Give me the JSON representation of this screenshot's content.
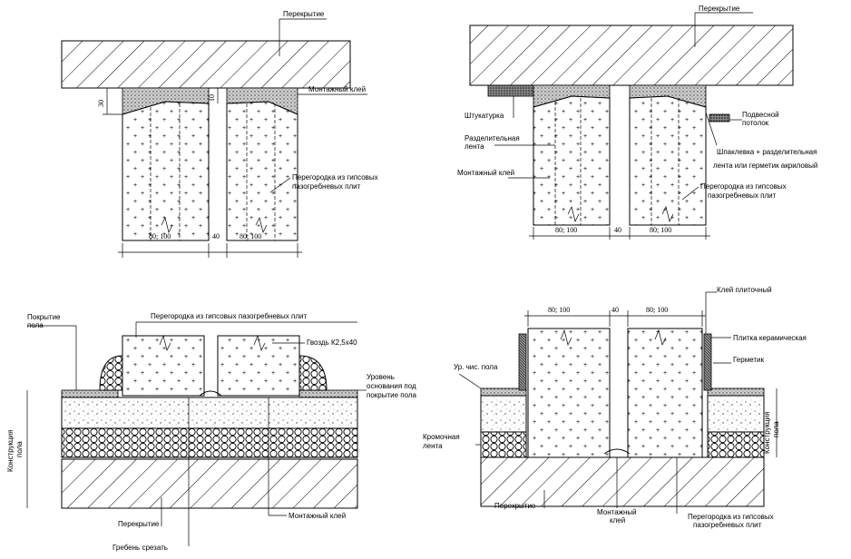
{
  "top_left": {
    "slab_label": "Перекрытие",
    "glue_label": "Монтажный клей",
    "partition_label_1": "Перегородка из гипсовых",
    "partition_label_2": "пазогребневых плит",
    "dim_30": "30",
    "dim_10": "10",
    "dim_panel_left": "80; 100",
    "dim_gap": "40",
    "dim_panel_right": "80; 100"
  },
  "top_right": {
    "slab_label": "Перекрытие",
    "plaster_label": "Штукатурка",
    "tape_label_1": "Разделительная",
    "tape_label_2": "лента",
    "glue_label": "Монтажный клей",
    "ceiling_label_1": "Подвесной",
    "ceiling_label_2": "потолок",
    "putty_label_1": "Шпаклевка + разделительная",
    "putty_label_2": "лента или герметик акриловый",
    "partition_label_1": "Перегородка из гипсовых",
    "partition_label_2": "пазогребневых плит",
    "dim_panel_left": "80; 100",
    "dim_gap": "40",
    "dim_panel_right": "80; 100"
  },
  "bottom_left": {
    "floor_cover_label_1": "Покрытие",
    "floor_cover_label_2": "пола",
    "partition_label": "Перегородка из гипсовых пазогребневых плит",
    "nail_label": "Гвоздь К2,5х40",
    "level_label_1": "Уровень",
    "level_label_2": "основания под",
    "level_label_3": "покрытие пола",
    "floor_construction_1": "Конструкция",
    "floor_construction_2": "пола",
    "glue_label": "Монтажный клей",
    "slab_label": "Перекрытие",
    "ridge_label": "Гребень срезать"
  },
  "bottom_right": {
    "dim_panel_left": "80; 100",
    "dim_gap": "40",
    "dim_panel_right": "80; 100",
    "tile_glue_label": "Клей плиточный",
    "ceramic_tile_label": "Плитка керамическая",
    "sealant_label": "Герметик",
    "floor_level_label": "Ур. чис. пола",
    "edge_tape_label_1": "Кромочная",
    "edge_tape_label_2": "лента",
    "floor_construction_1": "Конструкция",
    "floor_construction_2": "пола",
    "slab_label": "Перекрытие",
    "glue_label_1": "Монтажный",
    "glue_label_2": "клей",
    "partition_label_1": "Перегородка из гипсовых",
    "partition_label_2": "пазогребневых плит"
  }
}
